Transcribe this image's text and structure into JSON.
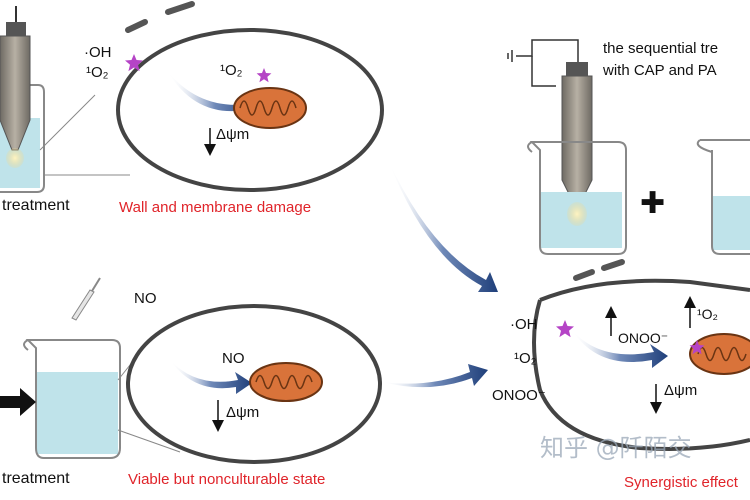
{
  "top_left": {
    "caption": "treatment",
    "ros_oh": "·OH",
    "ros_o2": "¹O₂",
    "singlet_inside": "¹O₂",
    "potential": "Δψm",
    "result": "Wall and membrane damage"
  },
  "bottom_left": {
    "caption": "treatment",
    "no_outside": "NO",
    "no_inside": "NO",
    "potential": "Δψm",
    "result": "Viable but nonculturable state"
  },
  "right": {
    "title_line1": "the sequential tre",
    "title_line2": "with CAP and PA",
    "plus": "✚",
    "ros_oh": "·OH",
    "ros_o2": "¹O₂",
    "ros_onoo": "ONOO⁻",
    "onoo_inside": "ONOO⁻",
    "singlet_inside": "¹O₂",
    "potential": "Δψm",
    "result": "Synergistic effect"
  },
  "watermark": "知乎 @阡陌交",
  "colors": {
    "red_text": "#e0242a",
    "mito": "#d9733a",
    "water": "#bfe3ea",
    "arrow_blue": "#1f3f7a",
    "star": "#b544c6"
  }
}
